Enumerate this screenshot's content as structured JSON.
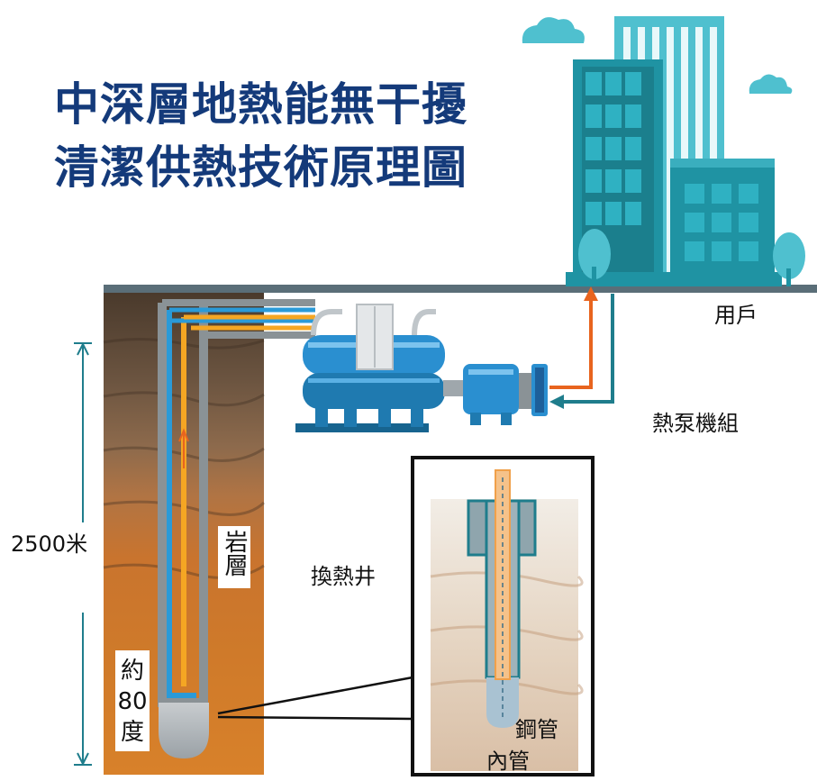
{
  "title": {
    "line1": "中深層地熱能無干擾",
    "line2": "清潔供熱技術原理圖"
  },
  "labels": {
    "user": "用戶",
    "heat_pump": "熱泵機組",
    "depth": "2500米",
    "rock_layer": "岩層",
    "temperature": [
      "約",
      "80",
      "度"
    ],
    "heat_well": "換熱井",
    "steel_pipe": "鋼管",
    "inner_pipe": "內管"
  },
  "colors": {
    "title": "#143a7a",
    "building_teal": "#1f93a3",
    "building_light": "#4fc0cf",
    "pipe_blue": "#2a9ad8",
    "pipe_orange": "#f5a623",
    "flow_orange": "#e8641e",
    "flow_teal": "#1f7d8c",
    "ground_line": "#5a6e78",
    "soil_top": "#4a3a2c",
    "soil_bottom": "#d4761e"
  },
  "icons": [
    "building-icon",
    "cloud-icon",
    "tree-icon",
    "heat-pump-icon"
  ]
}
